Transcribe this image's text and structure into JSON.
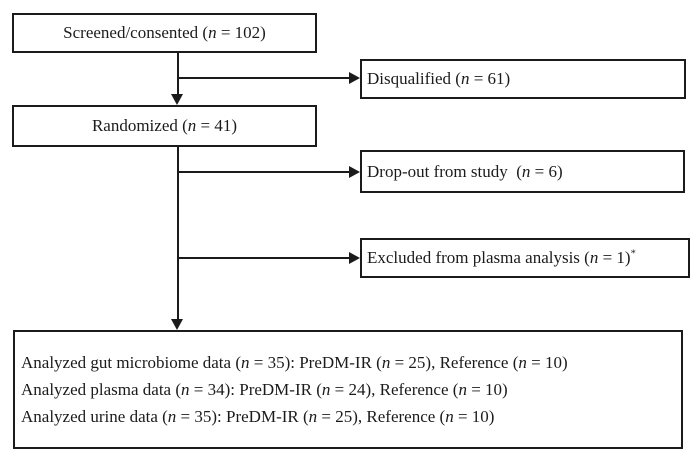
{
  "diagram": {
    "type": "flowchart",
    "background": "#ffffff",
    "line_color": "#1b1b1b",
    "nodes": {
      "screened": {
        "text": "Screened/consented (n = 102)",
        "segments": [
          {
            "t": "Screened/consented ("
          },
          {
            "t": "n",
            "i": true
          },
          {
            "t": " = 102)"
          }
        ]
      },
      "randomized": {
        "text": "Randomized (n = 41)",
        "segments": [
          {
            "t": "Randomized ("
          },
          {
            "t": "n",
            "i": true
          },
          {
            "t": " = 41)"
          }
        ]
      },
      "disqualified": {
        "text": "Disqualified (n = 61)",
        "segments": [
          {
            "t": "Disqualified ("
          },
          {
            "t": "n",
            "i": true
          },
          {
            "t": " = 61)"
          }
        ]
      },
      "dropout": {
        "text": "Drop-out from study  (n = 6)",
        "segments": [
          {
            "t": "Drop-out from study  ("
          },
          {
            "t": "n",
            "i": true
          },
          {
            "t": " = 6)"
          }
        ]
      },
      "excluded": {
        "text": "Excluded from plasma analysis (n = 1)*",
        "segments": [
          {
            "t": "Excluded from plasma analysis ("
          },
          {
            "t": "n",
            "i": true
          },
          {
            "t": " = 1)"
          },
          {
            "t": "*",
            "sup": true
          }
        ]
      },
      "analyzed": {
        "lines": [
          {
            "text": "Analyzed gut microbiome data (n = 35): PreDM-IR (n = 25), Reference (n = 10)",
            "segments": [
              {
                "t": "Analyzed gut microbiome data ("
              },
              {
                "t": "n",
                "i": true
              },
              {
                "t": " = 35): PreDM-IR ("
              },
              {
                "t": "n",
                "i": true
              },
              {
                "t": " = 25), Reference ("
              },
              {
                "t": "n",
                "i": true
              },
              {
                "t": " = 10)"
              }
            ]
          },
          {
            "text": "Analyzed plasma data (n = 34): PreDM-IR (n = 24), Reference (n = 10)",
            "segments": [
              {
                "t": "Analyzed plasma data ("
              },
              {
                "t": "n",
                "i": true
              },
              {
                "t": " = 34): PreDM-IR ("
              },
              {
                "t": "n",
                "i": true
              },
              {
                "t": " = 24), Reference ("
              },
              {
                "t": "n",
                "i": true
              },
              {
                "t": " = 10)"
              }
            ]
          },
          {
            "text": "Analyzed urine data (n = 35): PreDM-IR (n = 25), Reference (n = 10)",
            "segments": [
              {
                "t": "Analyzed urine data ("
              },
              {
                "t": "n",
                "i": true
              },
              {
                "t": " = 35): PreDM-IR ("
              },
              {
                "t": "n",
                "i": true
              },
              {
                "t": " = 25), Reference ("
              },
              {
                "t": "n",
                "i": true
              },
              {
                "t": " = 10)"
              }
            ]
          }
        ]
      }
    },
    "edges": [
      {
        "from": "screened",
        "to": "randomized"
      },
      {
        "from": "screened",
        "to": "disqualified"
      },
      {
        "from": "randomized",
        "to": "dropout"
      },
      {
        "from": "randomized",
        "to": "excluded"
      },
      {
        "from": "randomized",
        "to": "analyzed"
      }
    ]
  }
}
